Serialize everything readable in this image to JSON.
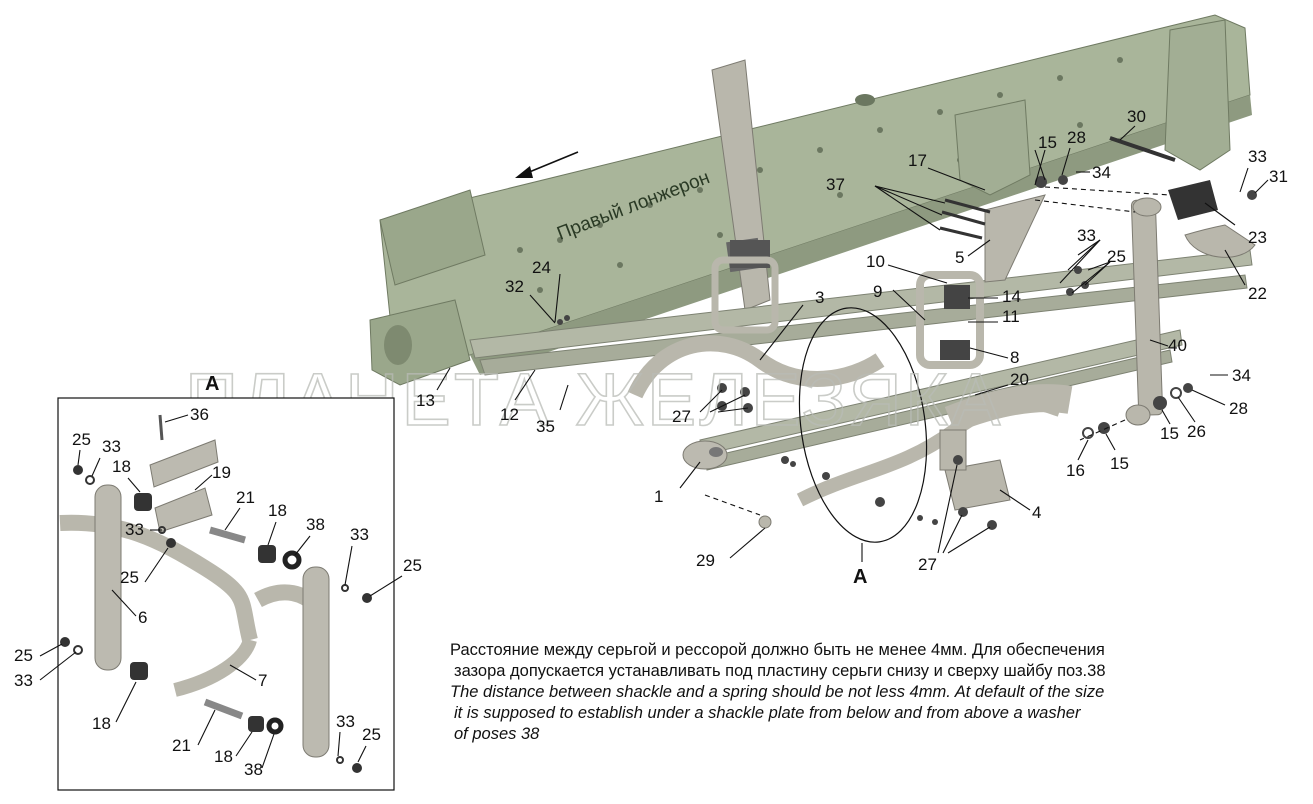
{
  "frame_label": "Правый лонжерон",
  "watermark": "ПЛАНЕТА ЖЕЛЕЗЯКА",
  "inset_label": "A",
  "detail_label": "A",
  "note": {
    "ru_line1": "Расстояние между серьгой и рессорой должно быть не менее 4мм. Для обеспечения",
    "ru_line2": "зазора допускается устанавливать под пластину серьги снизу и сверху шайбу поз.38",
    "en_line1": "The distance between shackle and a spring should be not less 4mm. At default of the size",
    "en_line2": "it is supposed to establish under a shackle plate from below and from above a washer",
    "en_line3": "of poses 38"
  },
  "callouts": {
    "c1": "1",
    "c3": "3",
    "c4": "4",
    "c5": "5",
    "c8": "8",
    "c9": "9",
    "c10": "10",
    "c11": "11",
    "c12": "12",
    "c13": "13",
    "c14": "14",
    "c15a": "15",
    "c15b": "15",
    "c15c": "15",
    "c16": "16",
    "c17": "17",
    "c20": "20",
    "c22": "22",
    "c23": "23",
    "c24": "24",
    "c25a": "25",
    "c26": "26",
    "c27a": "27",
    "c27b": "27",
    "c28a": "28",
    "c28b": "28",
    "c29": "29",
    "c30": "30",
    "c31": "31",
    "c32": "32",
    "c33a": "33",
    "c33b": "33",
    "c34a": "34",
    "c34b": "34",
    "c35": "35",
    "c37": "37",
    "c40": "40",
    "i25a": "25",
    "i33a": "33",
    "i36": "36",
    "i18a": "18",
    "i19": "19",
    "i21a": "21",
    "i18b": "18",
    "i38a": "38",
    "i33b": "33",
    "i33c": "33",
    "i25b": "25",
    "i25c": "25",
    "i6": "6",
    "i25d": "25",
    "i33d": "33",
    "i7": "7",
    "i18c": "18",
    "i21b": "21",
    "i18d": "18",
    "i38b": "38",
    "i33e": "33",
    "i25e": "25"
  },
  "colors": {
    "frame": "#a9b59a",
    "frame_dark": "#7e8a70",
    "part": "#b9b7ac",
    "part_dark": "#8c8a80",
    "nut": "#444444"
  }
}
